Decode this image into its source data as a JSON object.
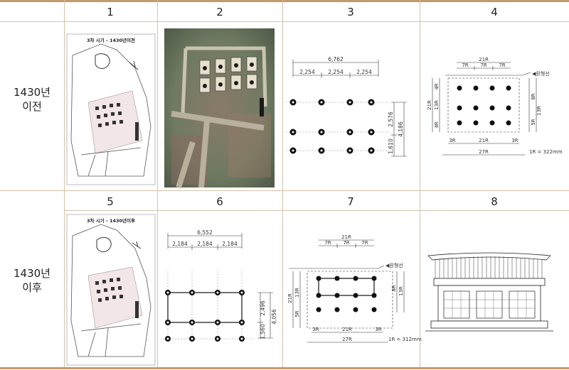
{
  "columns": [
    "1",
    "2",
    "3",
    "4"
  ],
  "columns2": [
    "5",
    "6",
    "7",
    "8"
  ],
  "rows": [
    {
      "label_line1": "1430년",
      "label_line2": "이전"
    },
    {
      "label_line1": "1430년",
      "label_line2": "이후"
    }
  ],
  "cell1": {
    "title": "3차 시기 - 1430년이전"
  },
  "cell5": {
    "title": "3차 시기 - 1430년이후"
  },
  "cell3": {
    "total": "6,762",
    "span1": "2,254",
    "span2": "2,254",
    "span3": "2,254",
    "side_a": "2,576",
    "side_b": "1,610",
    "side_total": "4,186"
  },
  "cell6": {
    "total": "6,552",
    "span1": "2,184",
    "span2": "2,184",
    "span3": "2,184",
    "side_a": "2,496",
    "side_b": "1,560",
    "side_total": "4,056"
  },
  "cell4": {
    "top": "21R",
    "t1": "7R",
    "t2": "7R",
    "t3": "7R",
    "eave": "◀원형선",
    "left_total": "21R",
    "l1": "4R",
    "l2": "13R",
    "l3": "4R",
    "r1": "8R",
    "r2": "13R",
    "r3": "5R",
    "b1": "3R",
    "b2": "21R",
    "b3": "3R",
    "bottom": "27R",
    "unit": "1R = 322mm"
  },
  "cell7": {
    "top": "21R",
    "t1": "7R",
    "t2": "7R",
    "t3": "7R",
    "eave": "◀원형선",
    "left_total": "21R",
    "l2": "13R",
    "l3": "5R",
    "r1": "8R",
    "r2": "13R",
    "b1": "3R",
    "b2": "21R",
    "b3": "3R",
    "bottom": "27R",
    "unit": "1R = 312mm"
  }
}
